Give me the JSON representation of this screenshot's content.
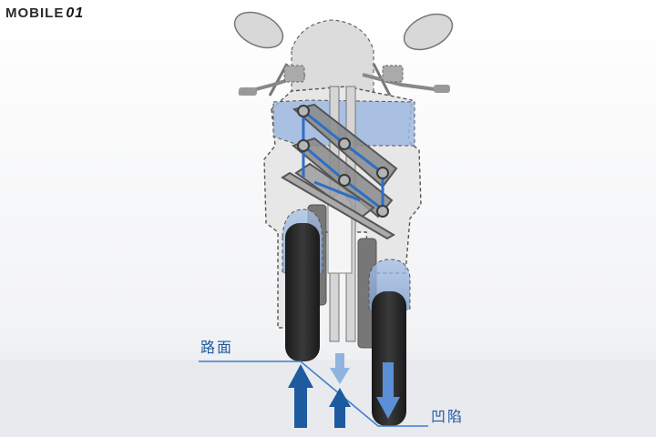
{
  "brand": {
    "text": "MOBILE",
    "suffix": "01"
  },
  "labels": {
    "road_surface": "路面",
    "dip": "凹陷"
  },
  "colors": {
    "blue": "#1e5aa0",
    "light_blue": "#8fb4df",
    "body_fill": "#e4e4e4",
    "body_line": "#555555",
    "tire": "#2a2a2a",
    "background_top": "#ffffff",
    "background_bottom": "#e9ebee"
  }
}
